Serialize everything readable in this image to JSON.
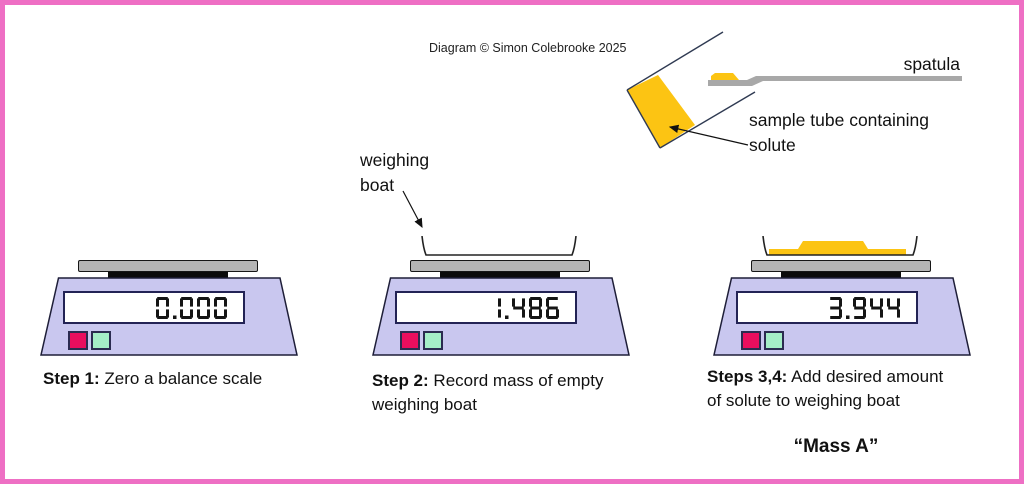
{
  "copyright": "Diagram © Simon Colebrooke 2025",
  "colors": {
    "frame": "#ee6fc4",
    "scale_body": "#c9c7ef",
    "platform": "#b5b5b5",
    "pedestal": "#0b0b0b",
    "display_bg": "#ffffff",
    "display_border": "#232355",
    "digit": "#151515",
    "button_red": "#e90e5e",
    "button_green": "#a5eec7",
    "solute_yellow": "#fcc413",
    "spatula_gray": "#a8a8a8",
    "text": "#1a1a1a"
  },
  "annotations": {
    "weighing_boat": "weighing boat",
    "spatula": "spatula",
    "sample_tube": "sample tube containing\nsolute",
    "mass_a": "“Mass A”"
  },
  "scales": [
    {
      "display": "0.000",
      "caption_bold": "Step 1:",
      "caption_rest": " Zero a balance scale"
    },
    {
      "display": "1.486",
      "caption_bold": "Step 2:",
      "caption_rest": " Record mass of empty\nweighing boat"
    },
    {
      "display": "3.944",
      "caption_bold": "Steps 3,4:",
      "caption_rest": " Add desired amount\nof solute to weighing boat"
    }
  ]
}
